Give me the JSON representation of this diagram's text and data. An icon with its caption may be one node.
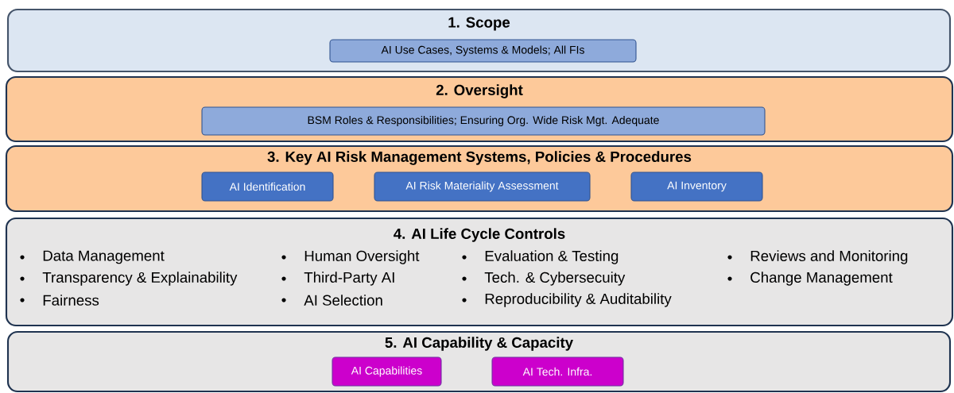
{
  "diagram": {
    "nodes": [
      {
        "text": [
          "1. Scope"
        ]
      },
      {
        "text": [
          "AI Use Cases, Systems & Models; All FIs"
        ],
        "in": 0
      },
      {
        "text": [
          "2. Oversight"
        ]
      },
      {
        "text": [
          "BSM Roles & Responsibilities; Ensuring Org. Wide Risk Mgt. Adequate"
        ],
        "in": 2
      },
      {
        "text": [
          "3. Key AI Risk Management Systems, Policies & Procedures"
        ]
      },
      {
        "text": [
          "AI Identification"
        ],
        "in": 4
      },
      {
        "text": [
          "AI Risk Materiality Assessment"
        ],
        "in": 4
      },
      {
        "text": [
          "AI Inventory"
        ],
        "in": 4
      },
      {
        "text": [
          "4. AI Life Cycle Controls",
          "Data Management",
          "Transparency & Explainability",
          "Fairness",
          "Human Oversight",
          "Third-Party AI",
          "AI Selection",
          "Evaluation & Testing",
          "Tech. & Cybersecuity",
          "Reproducibility & Auditability",
          "Reviews and Monitoring",
          "Change Management"
        ]
      },
      {
        "text": [
          "5. AI Capability & Capacity"
        ]
      },
      {
        "text": [
          "AI Capabilities"
        ],
        "in": 9
      },
      {
        "text": [
          "AI Tech. Infra."
        ],
        "in": 9
      }
    ]
  }
}
